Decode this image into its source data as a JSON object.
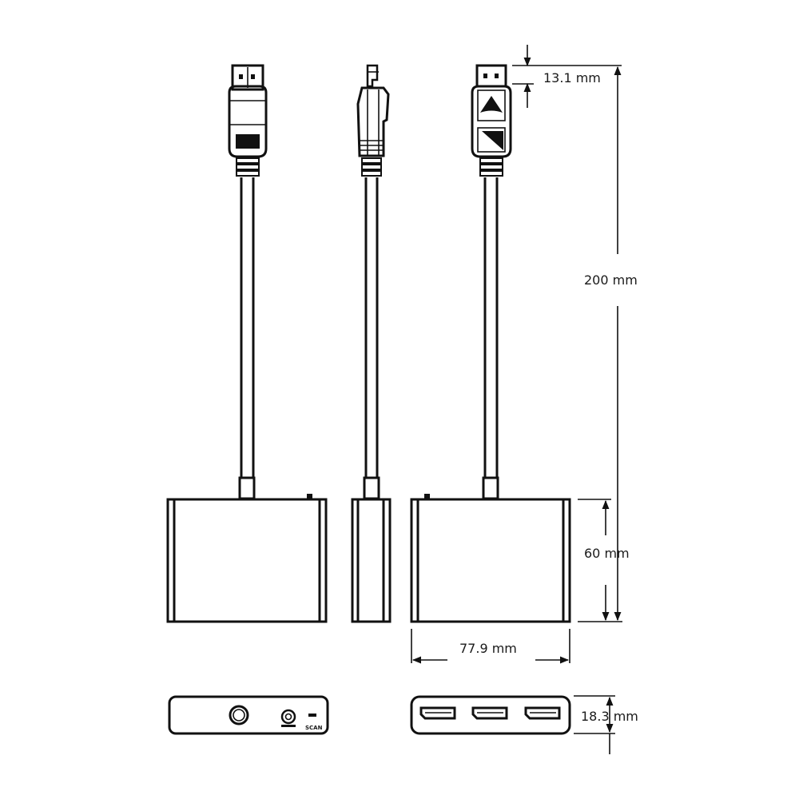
{
  "diagram": {
    "type": "technical-dimension-drawing",
    "subject": "DisplayPort to 3x DisplayPort MST hub adapter",
    "views": [
      {
        "id": "front",
        "label": "front view (connector face)"
      },
      {
        "id": "side",
        "label": "side view"
      },
      {
        "id": "back",
        "label": "back view (latch side)"
      },
      {
        "id": "top-input",
        "label": "end view with power jack and scan button"
      },
      {
        "id": "top-output",
        "label": "end view with 3 DisplayPort outputs"
      }
    ],
    "dimensions": {
      "connector_length": "13.1 mm",
      "cable_length": "200 mm",
      "body_height": "60 mm",
      "body_width": "77.9 mm",
      "body_thickness": "18.3 mm"
    },
    "labels": {
      "scan_button": "SCAN"
    },
    "output_ports": 3,
    "colors": {
      "line": "#111111",
      "background": "#ffffff"
    }
  }
}
